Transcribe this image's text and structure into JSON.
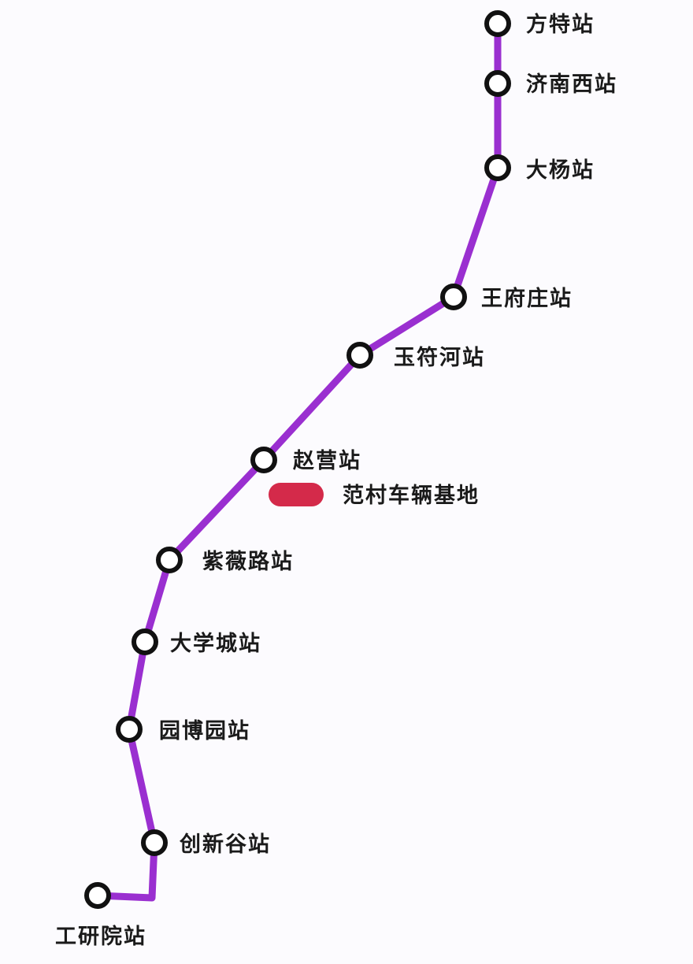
{
  "line": {
    "color": "#9a2fd0",
    "station_ring_color": "#111111",
    "station_fill_color": "#ffffff"
  },
  "stations": [
    {
      "id": "fangte",
      "name": "方特站"
    },
    {
      "id": "jinan-west",
      "name": "济南西站"
    },
    {
      "id": "dayang",
      "name": "大杨站"
    },
    {
      "id": "wangfuzhuang",
      "name": "王府庄站"
    },
    {
      "id": "yufuhe",
      "name": "玉符河站"
    },
    {
      "id": "zhaoying",
      "name": "赵营站"
    },
    {
      "id": "ziweilu",
      "name": "紫薇路站"
    },
    {
      "id": "daxuecheng",
      "name": "大学城站"
    },
    {
      "id": "yuanboyuan",
      "name": "园博园站"
    },
    {
      "id": "chuangxingu",
      "name": "创新谷站"
    },
    {
      "id": "gongyanyuan",
      "name": "工研院站"
    }
  ],
  "depot": {
    "name": "范村车辆基地",
    "color": "#d42a4a"
  }
}
